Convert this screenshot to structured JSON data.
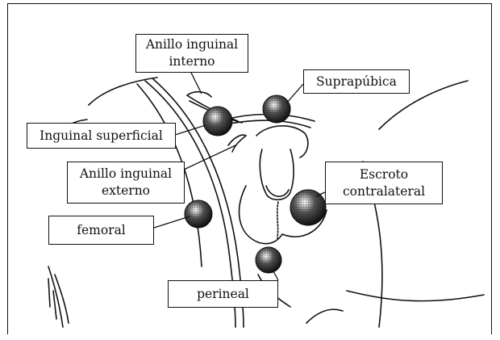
{
  "labels": {
    "anillo_interno": [
      "Anillo inguinal",
      "interno"
    ],
    "suprapubica": [
      "Suprapúbica"
    ],
    "inguinal_superficial": [
      "Inguinal superficial"
    ],
    "anillo_externo": [
      "Anillo inguinal",
      "externo"
    ],
    "escroto": [
      "Escroto",
      "contralateral"
    ],
    "femoral": [
      "femoral"
    ],
    "perineal": [
      "perineal"
    ]
  },
  "colors": {
    "ink": "#111111",
    "background": "#ffffff"
  }
}
